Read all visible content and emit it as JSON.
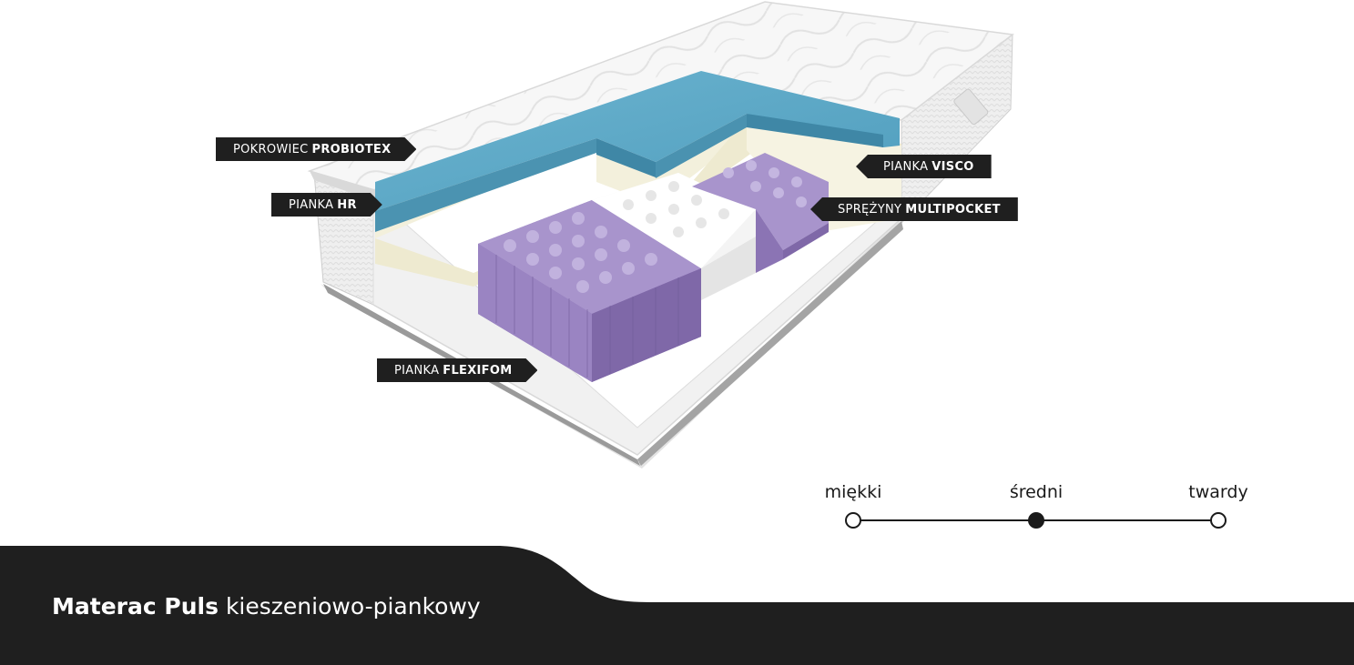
{
  "labels": {
    "cover": {
      "prefix": "POKROWIEC",
      "bold": "PROBIOTEX"
    },
    "hr": {
      "prefix": "PIANKA",
      "bold": "HR"
    },
    "visco": {
      "prefix": "PIANKA",
      "bold": "VISCO"
    },
    "springs": {
      "prefix": "SPRĘŻYNY",
      "bold": "MULTIPOCKET"
    },
    "flexifom": {
      "prefix": "PIANKA",
      "bold": "FLEXIFOM"
    }
  },
  "firmness": {
    "levels": [
      "miękki",
      "średni",
      "twardy"
    ],
    "selected": "średni",
    "selected_index": 1
  },
  "footer": {
    "name": "Materac Puls",
    "type": "kieszeniowo-piankowy"
  },
  "colors": {
    "dark": "#1f1f1f",
    "foam_blue": "#5fa9c6",
    "spring_purple": "#9b86c0",
    "spring_white": "#f2f2f2",
    "foam_cream": "#f3f0dc"
  }
}
